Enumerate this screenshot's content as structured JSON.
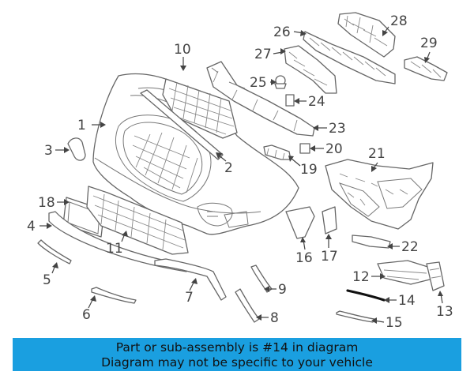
{
  "callouts": [
    "1",
    "2",
    "3",
    "4",
    "5",
    "6",
    "7",
    "8",
    "9",
    "10",
    "11",
    "12",
    "13",
    "14",
    "15",
    "16",
    "17",
    "18",
    "19",
    "20",
    "21",
    "22",
    "23",
    "24",
    "25",
    "26",
    "27",
    "28",
    "29"
  ],
  "highlighted_part": "14",
  "banner": {
    "line1": "Part or sub-assembly is #14 in diagram",
    "line2": "Diagram may not be specific to your vehicle"
  }
}
